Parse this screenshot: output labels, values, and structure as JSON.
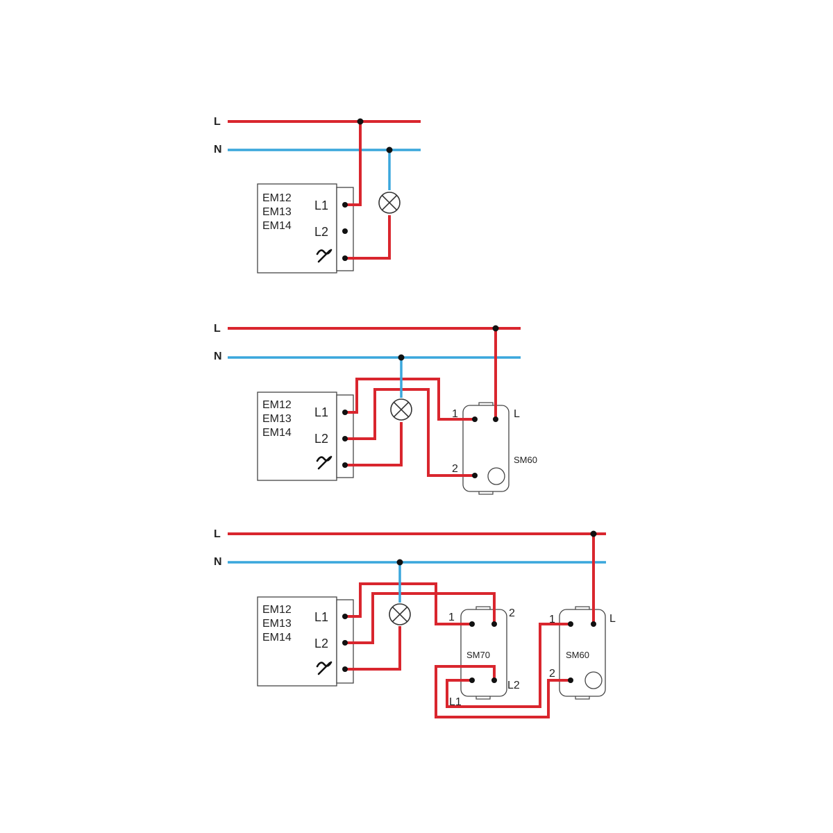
{
  "colors": {
    "live_wire": "#d9262e",
    "neutral_wire": "#3aa7dc",
    "outline": "#444444",
    "terminal": "#111111"
  },
  "bus_labels": {
    "live": "L",
    "neutral": "N"
  },
  "module": {
    "models": [
      "EM12",
      "EM13",
      "EM14"
    ],
    "terminal_l1": "L1",
    "terminal_l2": "L2"
  },
  "sm60": {
    "label": "SM60",
    "t1": "1",
    "t2": "2",
    "tL": "L"
  },
  "sm70": {
    "label": "SM70",
    "t1": "1",
    "t2": "2",
    "tL1": "L1",
    "tL2": "L2"
  }
}
